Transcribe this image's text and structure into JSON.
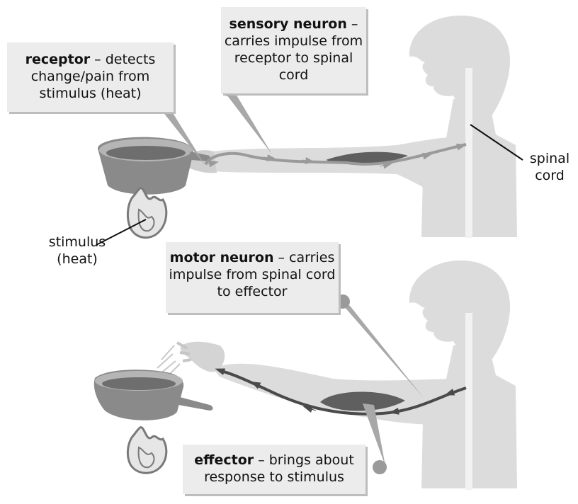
{
  "labels": {
    "receptor": {
      "term": "receptor",
      "text": " – detects change/pain from stimulus (heat)"
    },
    "sensory_neuron": {
      "term": "sensory neuron",
      "text": " – carries impulse from receptor to spinal cord"
    },
    "motor_neuron": {
      "term": "motor neuron",
      "text": " – carries impulse from spinal cord to effector"
    },
    "effector": {
      "term": "effector",
      "text": " – brings about response to stimulus"
    },
    "spinal_cord": {
      "line1": "spinal",
      "line2": "cord"
    },
    "stimulus": {
      "line1": "stimulus",
      "line2": "(heat)"
    }
  },
  "colors": {
    "body_silhouette": "#dcdcdc",
    "spinal_cord": "#f2f2f2",
    "sensory_pathway": "#9a9a9a",
    "motor_pathway": "#555555",
    "muscle": "#5f5f5f",
    "pointer": "#a8a8a8",
    "pan": "#8a8a8a"
  },
  "icons": [
    "frying-pan-icon",
    "flame-icon",
    "human-silhouette-icon",
    "hand-icon",
    "muscle-icon"
  ]
}
